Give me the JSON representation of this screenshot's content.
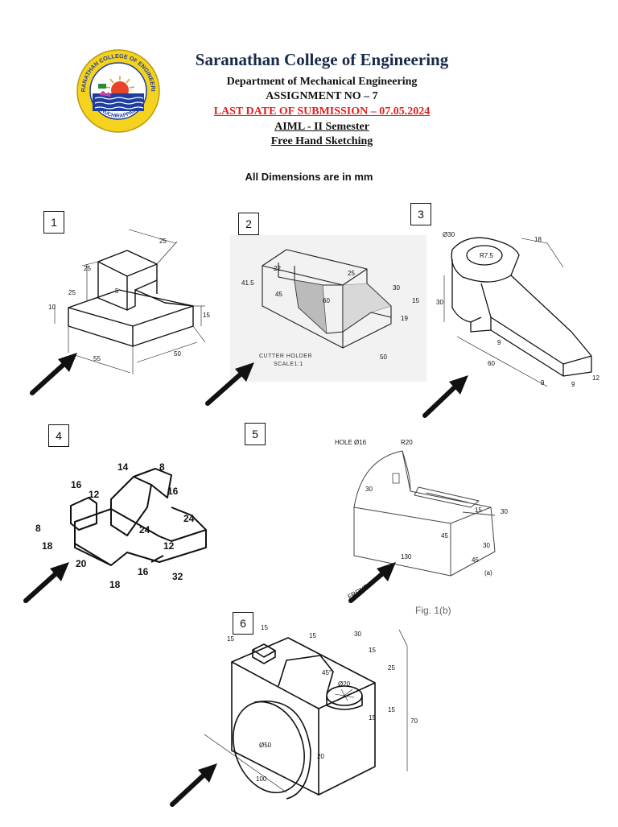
{
  "header": {
    "college_name": "Saranathan College of Engineering",
    "department": "Department of Mechanical Engineering",
    "assignment": "ASSIGNMENT NO – 7",
    "last_date": "LAST DATE OF SUBMISSION – 07.05.2024",
    "semester": "AIML - II Semester",
    "subject": "Free Hand Sketching"
  },
  "logo": {
    "ring_text_top": "SARANATHAN COLLEGE OF ENGINEERING",
    "ring_text_bottom": "TIRUCHIRAPPALLI",
    "colors": {
      "ring": "#f4d21e",
      "inner": "#1e3ea0",
      "sun": "#e8442a"
    }
  },
  "note": "All Dimensions are in mm",
  "figures": [
    {
      "number": "1",
      "dimensions": [
        "25",
        "25",
        "25",
        "5",
        "10",
        "15",
        "55",
        "50"
      ]
    },
    {
      "number": "2",
      "caption": "CUTTER HOLDER",
      "scale": "SCALE1:1",
      "dimensions": [
        "22",
        "25",
        "41.5",
        "45",
        "60",
        "30",
        "15",
        "19",
        "50"
      ]
    },
    {
      "number": "3",
      "dimensions": [
        "Ø30",
        "R7.5",
        "18",
        "30",
        "9",
        "60",
        "9",
        "9",
        "12"
      ]
    },
    {
      "number": "4",
      "dimensions": [
        "16",
        "14",
        "8",
        "12",
        "16",
        "24",
        "24",
        "8",
        "18",
        "12",
        "20",
        "16",
        "18",
        "32"
      ]
    },
    {
      "number": "5",
      "hole_label": "HOLE Ø16",
      "dimensions": [
        "R20",
        "30",
        "15",
        "45",
        "130",
        "45",
        "30",
        "30"
      ],
      "front_label": "FRONT",
      "sub_label": "(a)",
      "fig_label": "Fig. 1(b)"
    },
    {
      "number": "6",
      "dimensions": [
        "15",
        "15",
        "15",
        "30",
        "15",
        "25",
        "45°",
        "Ø20",
        "15",
        "15",
        "70",
        "Ø50",
        "20",
        "100"
      ]
    }
  ]
}
